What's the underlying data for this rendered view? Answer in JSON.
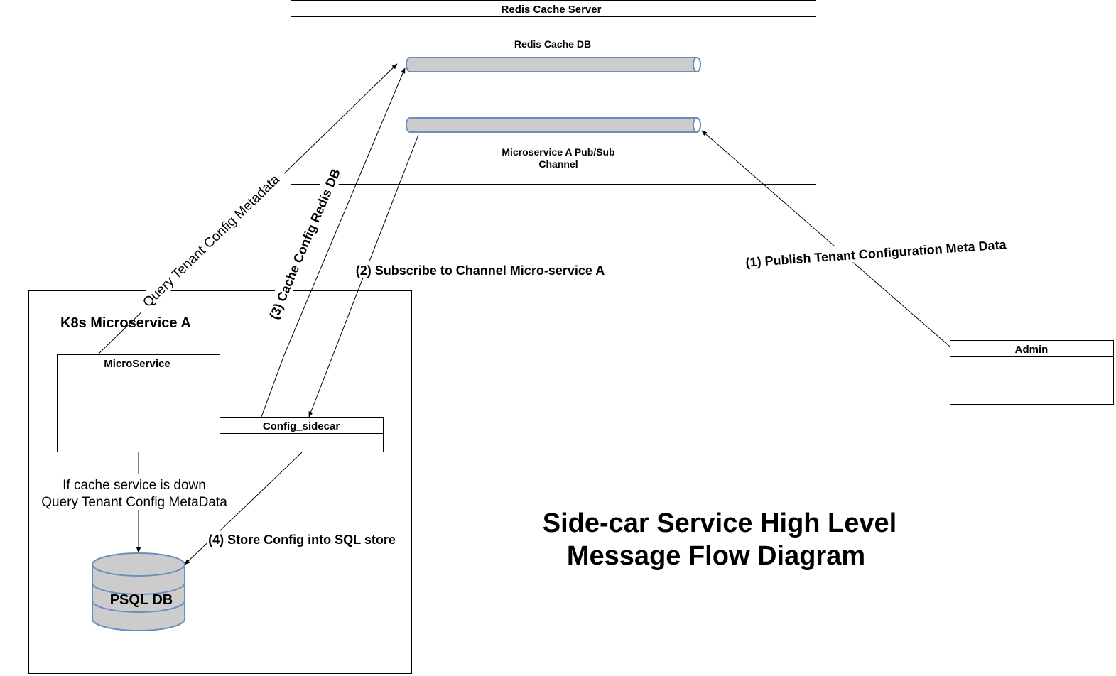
{
  "redis_server": {
    "title": "Redis Cache Server",
    "cache_db_label": "Redis Cache DB",
    "channel_label_line1": "Microservice A Pub/Sub",
    "channel_label_line2": "Channel"
  },
  "k8s": {
    "title": "K8s Microservice A",
    "microservice_title": "MicroService",
    "sidecar_title": "Config_sidecar",
    "db_label": "PSQL DB"
  },
  "admin": {
    "title": "Admin"
  },
  "edges": {
    "query_metadata": "Query Tenant Config Metadata",
    "cache_config": "(3) Cache Config Redis DB",
    "subscribe": "(2) Subscribe to Channel Micro-service A",
    "publish": "(1) Publish Tenant Configuration Meta Data",
    "fallback_line1": "If cache service is down",
    "fallback_line2": "Query Tenant Config MetaData",
    "store_config": "(4) Store Config into SQL store"
  },
  "diagram_title": {
    "line1": "Side-car Service High Level",
    "line2": "Message Flow  Diagram"
  }
}
